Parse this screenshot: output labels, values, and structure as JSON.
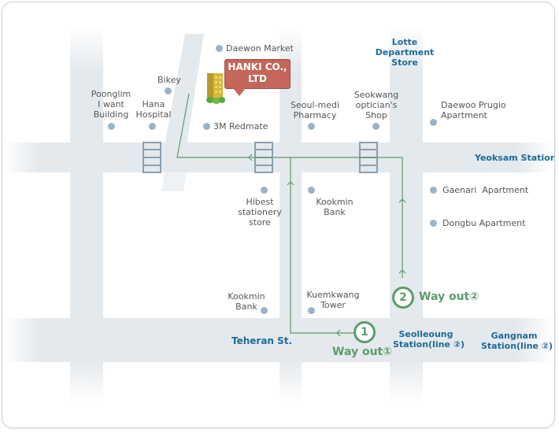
{
  "company": {
    "name_line1": "HANKI CO.,",
    "name_line2": "LTD"
  },
  "roads": {
    "teheran": "Teheran St."
  },
  "stations": {
    "yeoksam": "Yeoksam Station",
    "seolleoung_line1": "Seolleoung",
    "seolleoung_line2": "Station(line ②)",
    "gangnam_line1": "Gangnam",
    "gangnam_line2": "Station(line ②)"
  },
  "exits": {
    "exit1_number": "1",
    "exit1_label": "Way out①",
    "exit2_number": "2",
    "exit2_label": "Way out②"
  },
  "landmarks": {
    "daewon_market": "Daewon Market",
    "lotte_line1": "Lotte",
    "lotte_line2": "Department",
    "lotte_line3": "Store",
    "bikey": "Bikey",
    "poonglim_line1": "Poonglim",
    "poonglim_line2": "I want",
    "poonglim_line3": "Building",
    "hana_line1": "Hana",
    "hana_line2": "Hospital",
    "seoul_medi_line1": "Seoul-medi",
    "seoul_medi_line2": "Pharmacy",
    "seokwang_line1": "Seokwang",
    "seokwang_line2": "optician's",
    "seokwang_line3": "Shop",
    "daewoo_line1": "Daewoo Prugio",
    "daewoo_line2": "Apartment",
    "redmate": "3M Redmate",
    "hibest_line1": "Hibest",
    "hibest_line2": "stationery",
    "hibest_line3": "store",
    "kookmin_top_line1": "Kookmin",
    "kookmin_top_line2": "Bank",
    "gaenari": "Gaenari  Apartment",
    "dongbu": "Dongbu Apartment",
    "kookmin_bottom_line1": "Kookmin",
    "kookmin_bottom_line2": "Bank",
    "kuemkwang_line1": "Kuemkwang",
    "kuemkwang_line2": "Tower"
  },
  "colors": {
    "road": "#e4e9ed",
    "route": "#5c9c6c",
    "label_blue": "#1e6a97",
    "callout": "#c4665a",
    "poi_dot": "#9bb4c4",
    "crosswalk": "#8aa0b0"
  }
}
